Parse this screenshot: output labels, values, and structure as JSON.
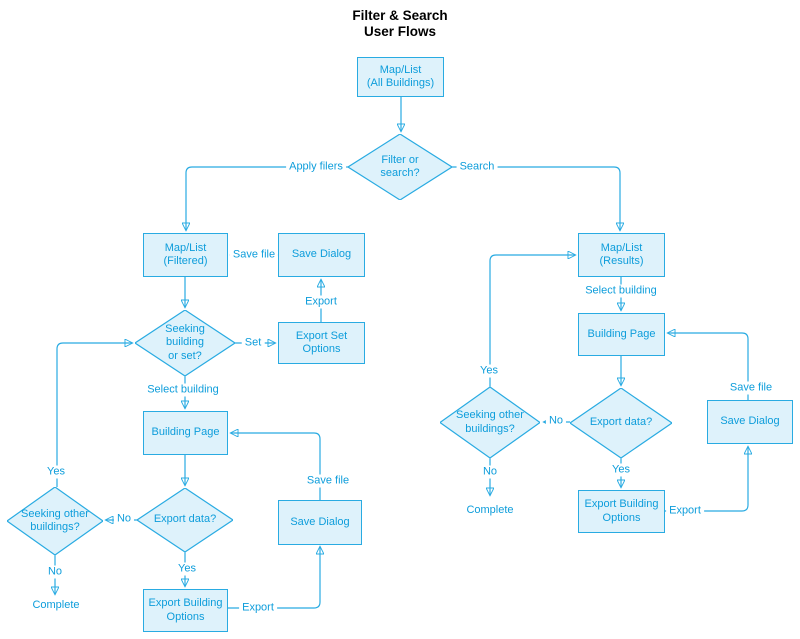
{
  "title": "Filter & Search\nUser Flows",
  "colors": {
    "line": "#29abe2",
    "node_fill": "#def2fb",
    "node_border": "#29abe2",
    "text": "#0d9ddb",
    "title_text": "#000000",
    "bg": "#ffffff"
  },
  "nodes": {
    "map_list_all": "Map/List\n(All Buildings)",
    "filter_or_search": "Filter or\nsearch?",
    "map_list_filtered": "Map/List\n(Filtered)",
    "save_dialog_top": "Save Dialog",
    "seeking_building_or_set": "Seeking\nbuilding\nor set?",
    "export_set_options": "Export Set\nOptions",
    "building_page_left": "Building Page",
    "export_data_left": "Export data?",
    "save_dialog_left": "Save Dialog",
    "seeking_other_left": "Seeking other\nbuildings?",
    "export_building_options_left": "Export Building\nOptions",
    "complete_left": "Complete",
    "map_list_results": "Map/List\n(Results)",
    "building_page_right": "Building Page",
    "export_data_right": "Export data?",
    "save_dialog_right": "Save Dialog",
    "seeking_other_right": "Seeking other\nbuildings?",
    "export_building_options_right": "Export Building\nOptions",
    "complete_right": "Complete"
  },
  "edge_labels": {
    "apply_filters": "Apply filers",
    "search": "Search",
    "save_file_top": "Save file",
    "export_top": "Export",
    "set": "Set",
    "select_building_left": "Select building",
    "select_building_right": "Select building",
    "yes_left_loop": "Yes",
    "no_left_into": "No",
    "yes_left_down": "Yes",
    "no_left_down": "No",
    "export_left": "Export",
    "save_file_left": "Save file",
    "yes_right_loop": "Yes",
    "no_right_into": "No",
    "no_right_down": "No",
    "yes_right_down": "Yes",
    "export_right": "Export",
    "save_file_right": "Save file"
  }
}
